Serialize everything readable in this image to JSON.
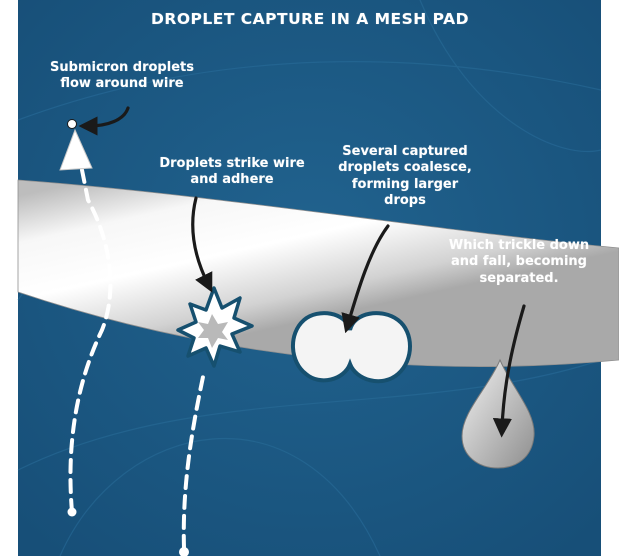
{
  "title": "DROPLET CAPTURE IN A MESH PAD",
  "labels": {
    "submicron": "Submicron droplets\nflow around wire",
    "strike": "Droplets strike wire\nand adhere",
    "coalesce": "Several captured\ndroplets coalesce,\nforming larger\ndrops",
    "trickle": "Which trickle down\nand fall, becoming\nseparated."
  },
  "colors": {
    "background": "#1b5b87",
    "wire": "#e6e6e6",
    "outline": "#16506f",
    "text": "#ffffff"
  }
}
